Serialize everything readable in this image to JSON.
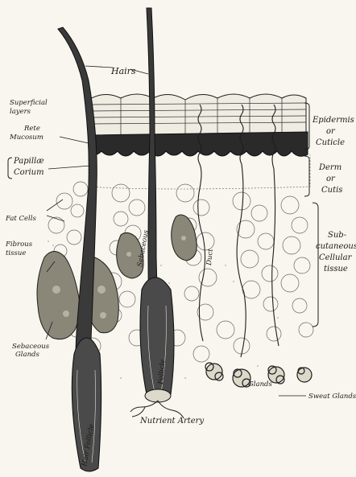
{
  "labels": {
    "hairs": "Hairs",
    "superficial_layers_1": "Superficial",
    "superficial_layers_2": "layers",
    "rete_mucosum_1": "Rete",
    "rete_mucosum_2": "Mucosum",
    "papillae": "Papillæ",
    "corium": "Corium",
    "fat_cells": "Fat Cells",
    "fibrous_tissue_1": "Fibrous",
    "fibrous_tissue_2": "tissue",
    "sebaceous_glands_1": "Sebaceous",
    "sebaceous_glands_2": "Glands",
    "nutrient_artery": "Nutrient Artery",
    "epidermis_1": "Epidermis",
    "epidermis_2": "or",
    "epidermis_3": "Cuticle",
    "derm_1": "Derm",
    "derm_2": "or",
    "derm_3": "Cutis",
    "subcutaneous_1": "Sub-",
    "subcutaneous_2": "cutaneous",
    "subcutaneous_3": "Cellular",
    "subcutaneous_4": "tissue",
    "sweat_glands": "Sweat Glands",
    "hair_follicle_left": "Hair Follicle",
    "hair_follicle_right": "Follicle",
    "duct": "Duct",
    "glands_inline": "Glands",
    "sebaceous_inline": "Sebaceous"
  }
}
